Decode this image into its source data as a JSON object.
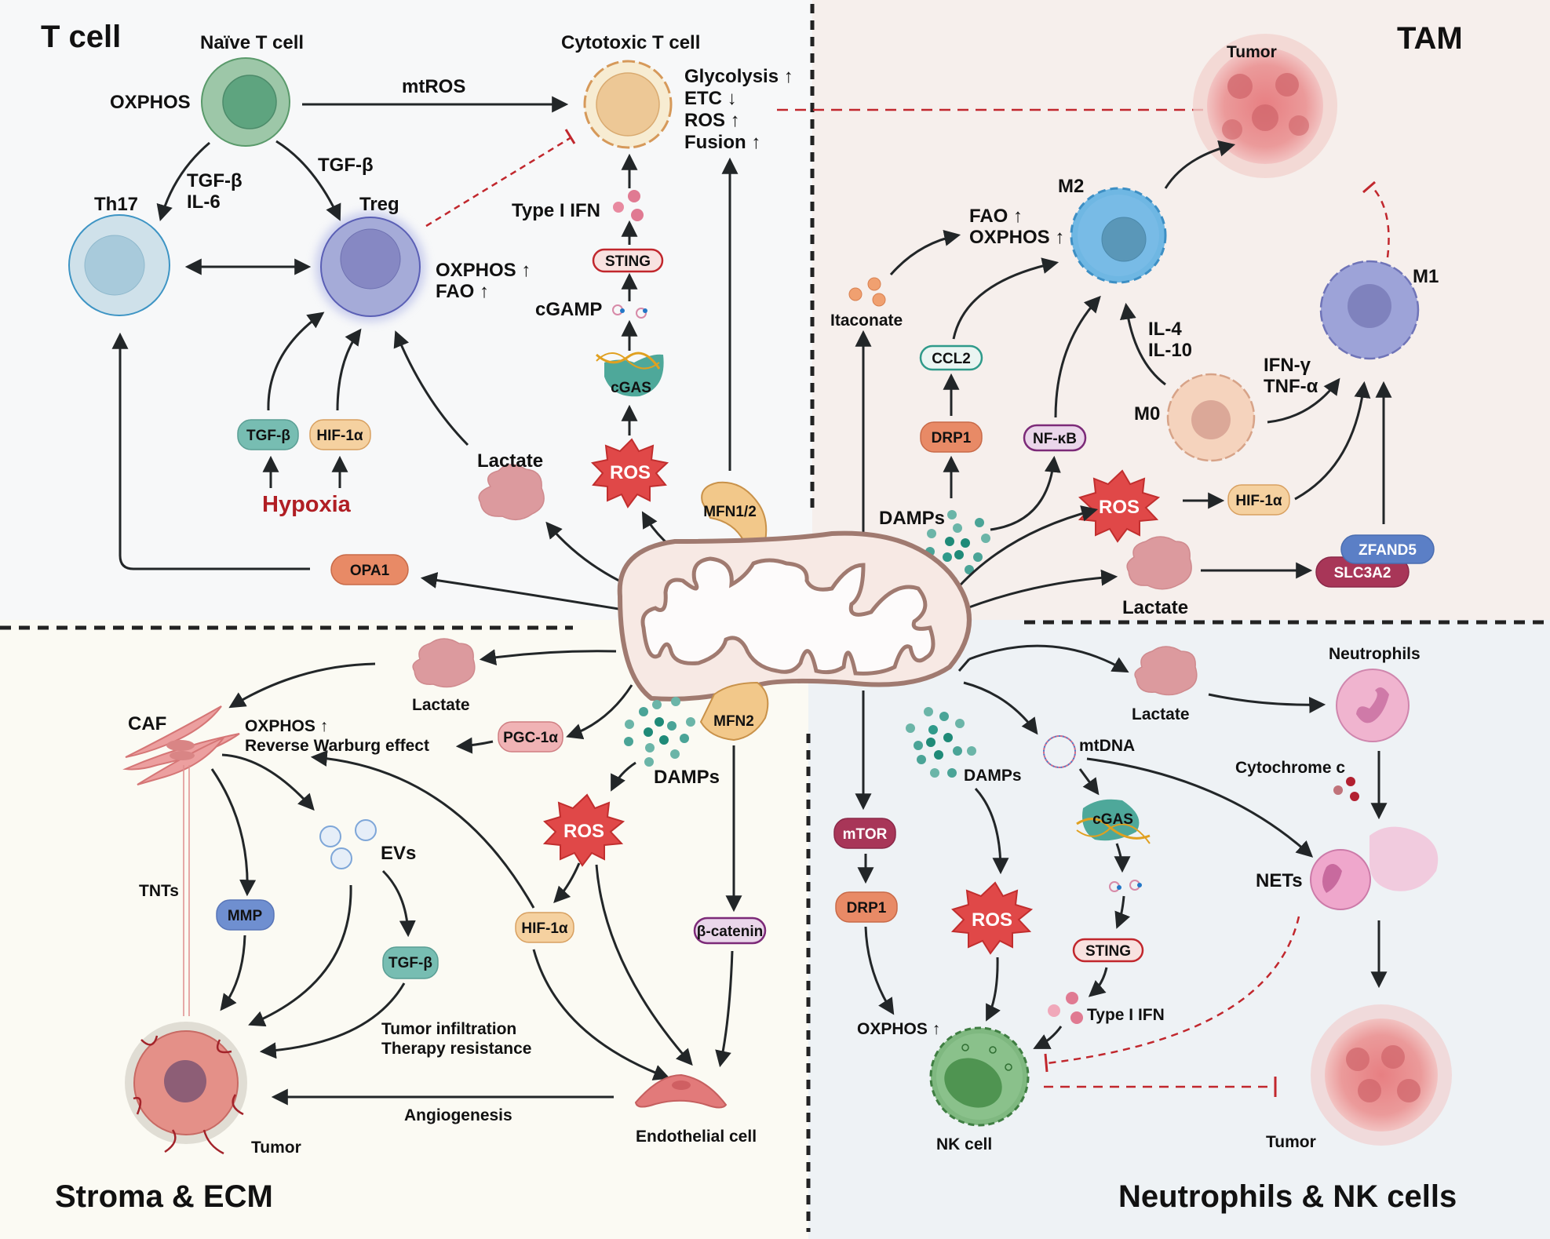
{
  "panels": {
    "t_cell": {
      "title": "T cell",
      "bg": "#f7f8f9"
    },
    "tam": {
      "title": "TAM",
      "bg": "#f6efec"
    },
    "stroma": {
      "title": "Stroma & ECM",
      "bg": "#fbfaf3"
    },
    "neutro_nk": {
      "title": "Neutrophils & NK cells",
      "bg": "#eef2f5"
    }
  },
  "colors": {
    "arrow": "#222628",
    "inhibit": "#c1272d",
    "hypoxia": "#b01e24",
    "ros": "#e04848",
    "mito_outer": "#a07a70",
    "mito_fill": "#f7e9e4"
  },
  "t_cell": {
    "naive": "Naïve T cell",
    "oxphos": "OXPHOS",
    "mtros": "mtROS",
    "cytotoxic": "Cytotoxic T cell",
    "cytotoxic_traits": [
      "Glycolysis ↑",
      "ETC ↓",
      "ROS ↑",
      "Fusion ↑"
    ],
    "th17": "Th17",
    "treg": "Treg",
    "th17_signal": [
      "TGF-β",
      "IL-6"
    ],
    "treg_signal": "TGF-β",
    "treg_traits": [
      "OXPHOS ↑",
      "FAO ↑"
    ],
    "type1_ifn": "Type I IFN",
    "sting": "STING",
    "cgamp": "cGAMP",
    "cgas": "cGAS",
    "ros": "ROS",
    "lactate": "Lactate",
    "tgfb_pill": "TGF-β",
    "hif_pill": "HIF-1α",
    "hypoxia": "Hypoxia",
    "opa1": "OPA1",
    "mfn12": "MFN1/2"
  },
  "tam": {
    "tumor": "Tumor",
    "m2": "M2",
    "m1": "M1",
    "m0": "M0",
    "m2_traits": [
      "FAO ↑",
      "OXPHOS ↑"
    ],
    "itaconate": "Itaconate",
    "ccl2": "CCL2",
    "drp1": "DRP1",
    "nfkb": "NF-κB",
    "damps": "DAMPs",
    "il": [
      "IL-4",
      "IL-10"
    ],
    "ifn_tnf": [
      "IFN-γ",
      "TNF-α"
    ],
    "ros": "ROS",
    "hif": "HIF-1α",
    "lactate": "Lactate",
    "zfand5": "ZFAND5",
    "slc3a2": "SLC3A2"
  },
  "stroma": {
    "caf": "CAF",
    "caf_traits": [
      "OXPHOS ↑",
      "Reverse Warburg effect"
    ],
    "lactate": "Lactate",
    "pgc": "PGC-1α",
    "mfn2": "MFN2",
    "damps": "DAMPs",
    "ros": "ROS",
    "evs": "EVs",
    "tnts": "TNTs",
    "mmp": "MMP",
    "tgfb": "TGF-β",
    "hif": "HIF-1α",
    "bcatenin": "β-catenin",
    "tgfb_effects": [
      "Tumor infiltration",
      "Therapy resistance"
    ],
    "angiogenesis": "Angiogenesis",
    "endothelial": "Endothelial cell",
    "tumor": "Tumor"
  },
  "neutro_nk": {
    "lactate": "Lactate",
    "neutrophils": "Neutrophils",
    "cytochrome": "Cytochrome c",
    "nets": "NETs",
    "mtdna": "mtDNA",
    "damps": "DAMPs",
    "cgas": "cGAS",
    "sting": "STING",
    "type1_ifn": "Type I IFN",
    "mtor": "mTOR",
    "drp1": "DRP1",
    "oxphos": "OXPHOS ↑",
    "ros": "ROS",
    "nk": "NK cell",
    "tumor": "Tumor"
  }
}
